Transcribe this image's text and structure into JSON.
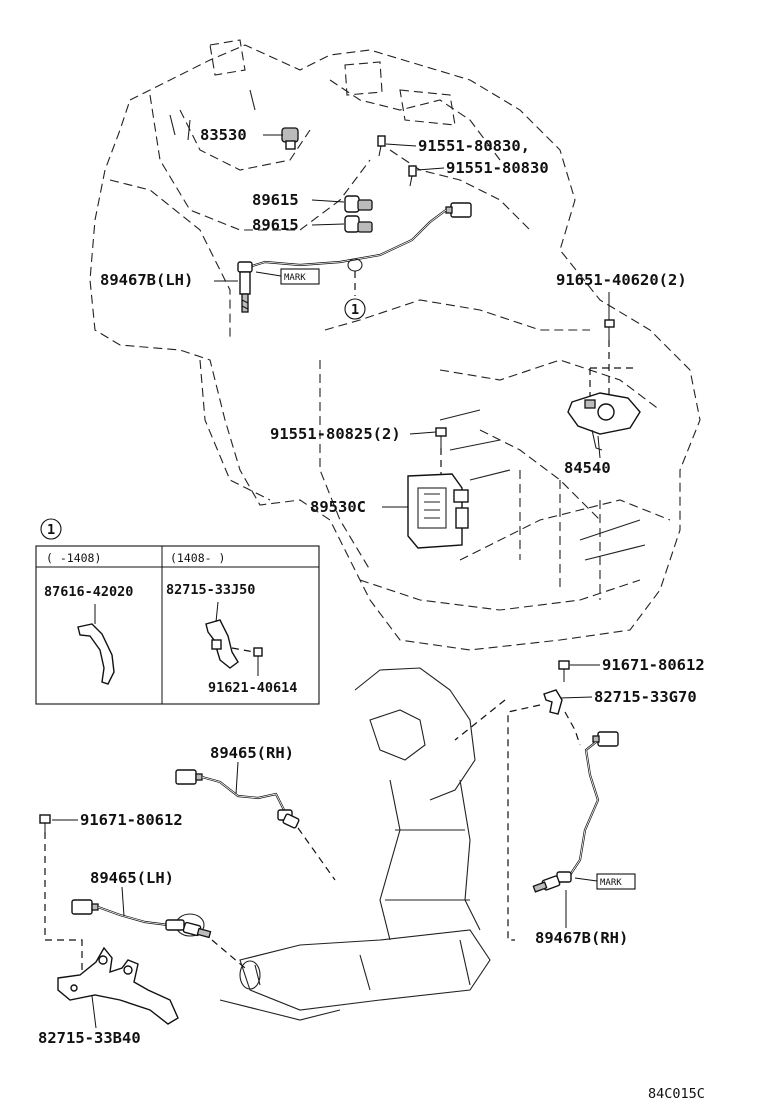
{
  "labels": {
    "p83530": "83530",
    "p91551_80830a": "91551-80830,",
    "p91551_80830b": "91551-80830",
    "p89615a": "89615",
    "p89615b": "89615",
    "p89467b_lh": "89467B(LH)",
    "p91651_40620": "91651-40620(2)",
    "p91551_80825": "91551-80825(2)",
    "p84540": "84540",
    "p89530c": "89530C",
    "p91671_80612a": "91671-80612",
    "p82715_33g70": "82715-33G70",
    "p89465_rh": "89465(RH)",
    "p91671_80612b": "91671-80612",
    "p89465_lh": "89465(LH)",
    "p89467b_rh": "89467B(RH)",
    "p82715_33b40": "82715-33B40"
  },
  "marks": {
    "mark_upper": "MARK",
    "mark_lower": "MARK"
  },
  "callout": {
    "number": "1",
    "box_number": "1"
  },
  "inset": {
    "col1_header": "(   -1408)",
    "col2_header": "(1408-    )",
    "col1_part": "87616-42020",
    "col2_part": "82715-33J50",
    "col2_bolt": "91621-40614"
  },
  "footer": {
    "diagram_code": "84C015C"
  }
}
